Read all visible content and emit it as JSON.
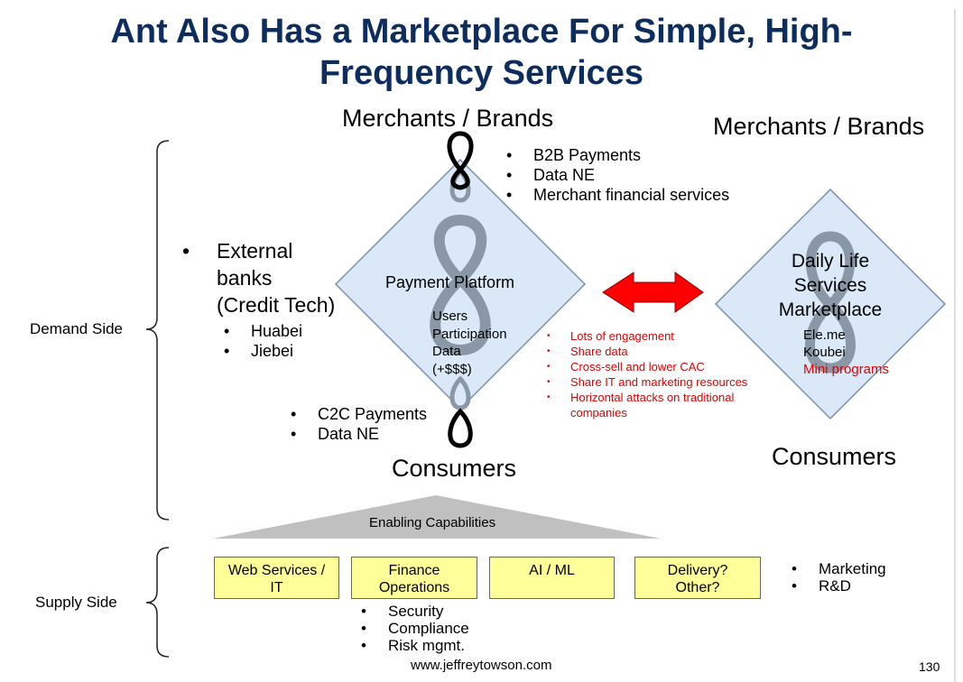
{
  "title": {
    "line1": "Ant Also Has a Marketplace For Simple, High-",
    "line2": "Frequency Services"
  },
  "left_diagram": {
    "top_label": "Merchants / Brands",
    "bottom_label": "Consumers",
    "platform_label": "Payment Platform",
    "platform_data": [
      "Users",
      "Participation",
      "Data",
      "(+$$$)"
    ],
    "merchant_services": [
      "B2B Payments",
      "Data NE",
      "Merchant financial services"
    ],
    "consumer_services": [
      "C2C Payments",
      "Data NE"
    ],
    "external_banks": {
      "label_lines": [
        "External",
        "banks",
        "(Credit Tech)"
      ],
      "items": [
        "Huabei",
        "Jiebei"
      ]
    }
  },
  "right_diagram": {
    "top_label": "Merchants / Brands",
    "bottom_label": "Consumers",
    "marketplace_lines": [
      "Daily Life",
      "Services",
      "Marketplace"
    ],
    "items": [
      "Ele.me",
      "Koubei"
    ],
    "highlight_item": "Mini programs"
  },
  "benefits": [
    "Lots of engagement",
    "Share data",
    "Cross-sell and lower CAC",
    "Share IT and marketing resources",
    "Horizontal attacks on traditional companies"
  ],
  "demand_side_label": "Demand Side",
  "supply_side_label": "Supply Side",
  "enabling_label": "Enabling Capabilities",
  "capabilities": {
    "web": [
      "Web Services /",
      "IT"
    ],
    "finance": [
      "Finance",
      "Operations"
    ],
    "ai": [
      "AI / ML"
    ],
    "delivery": [
      "Delivery?",
      "Other?"
    ]
  },
  "finance_items": [
    "Security",
    "Compliance",
    "Risk mgmt."
  ],
  "other_items": [
    "Marketing",
    "R&D"
  ],
  "footer_url": "www.jeffreytowson.com",
  "page_number": "130",
  "colors": {
    "title": "#0d2d5e",
    "diamond_fill": "#dbe8f7",
    "diamond_stroke": "#7a8fa8",
    "arrow": "#ff0000",
    "box_fill": "#ffff99",
    "highlight": "#e00000"
  }
}
